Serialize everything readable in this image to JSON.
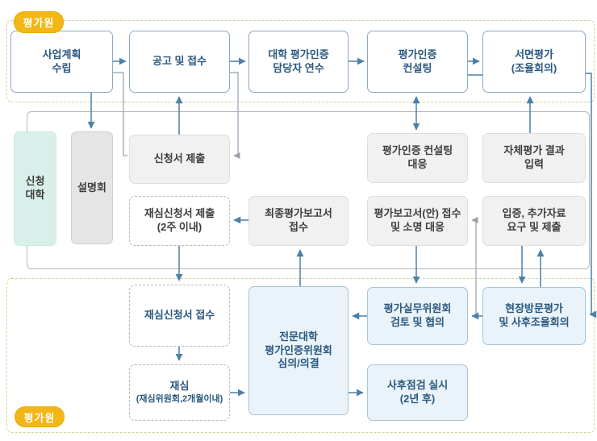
{
  "badges": {
    "top": "평가원",
    "bottom": "평가원"
  },
  "nodes": {
    "business_plan": {
      "label": "사업계획\n수립"
    },
    "announcement": {
      "label": "공고 및 접수"
    },
    "training": {
      "label": "대학 평가인증\n담당자 연수"
    },
    "consulting": {
      "label": "평가인증\n컨설팅"
    },
    "written_eval": {
      "label": "서면평가\n(조율회의)"
    },
    "applicant_univ": {
      "label": "신청\n대학"
    },
    "briefing": {
      "label": "설명회"
    },
    "application_submit": {
      "label": "신청서 제출"
    },
    "consulting_response": {
      "label": "평가인증 컨설팅\n대응"
    },
    "self_eval_input": {
      "label": "자체평가 결과\n입력"
    },
    "reexam_request_submit": {
      "label": "재심신청서 제출\n(2주 이내)"
    },
    "final_report_receipt": {
      "label": "최종평가보고서\n접수"
    },
    "report_draft_receipt": {
      "label": "평가보고서(안) 접수\n및 소명 대응"
    },
    "evidence_request": {
      "label": "입증, 추가자료\n요구 및 제출"
    },
    "reexam_request_receipt": {
      "label": "재심신청서 접수"
    },
    "accreditation_committee": {
      "label": "전문대학\n평가인증위원회\n심의/의결"
    },
    "working_committee": {
      "label": "평가실무위원회\n검토 및 협의"
    },
    "site_visit": {
      "label": "현장방문평가\n및 사후조율회의"
    },
    "reexam": {
      "label": "재심",
      "sub": "(재심위원회,2개월이내)"
    },
    "followup_check": {
      "label": "사후점검 실시\n(2년 후)"
    }
  },
  "colors": {
    "badge_yellow": "#f2b616",
    "section_dash_yellow": "#d5d294",
    "node_border_blue": "#8ca8c6",
    "node_text_navy": "#2b5880",
    "node_gray_fill": "#f1f1f1",
    "mint_fill": "#d9f0ea",
    "light_blue_fill": "#e9f3f9",
    "arrow_blue": "#4b81a8",
    "arrow_gray": "#9aa0a6"
  }
}
